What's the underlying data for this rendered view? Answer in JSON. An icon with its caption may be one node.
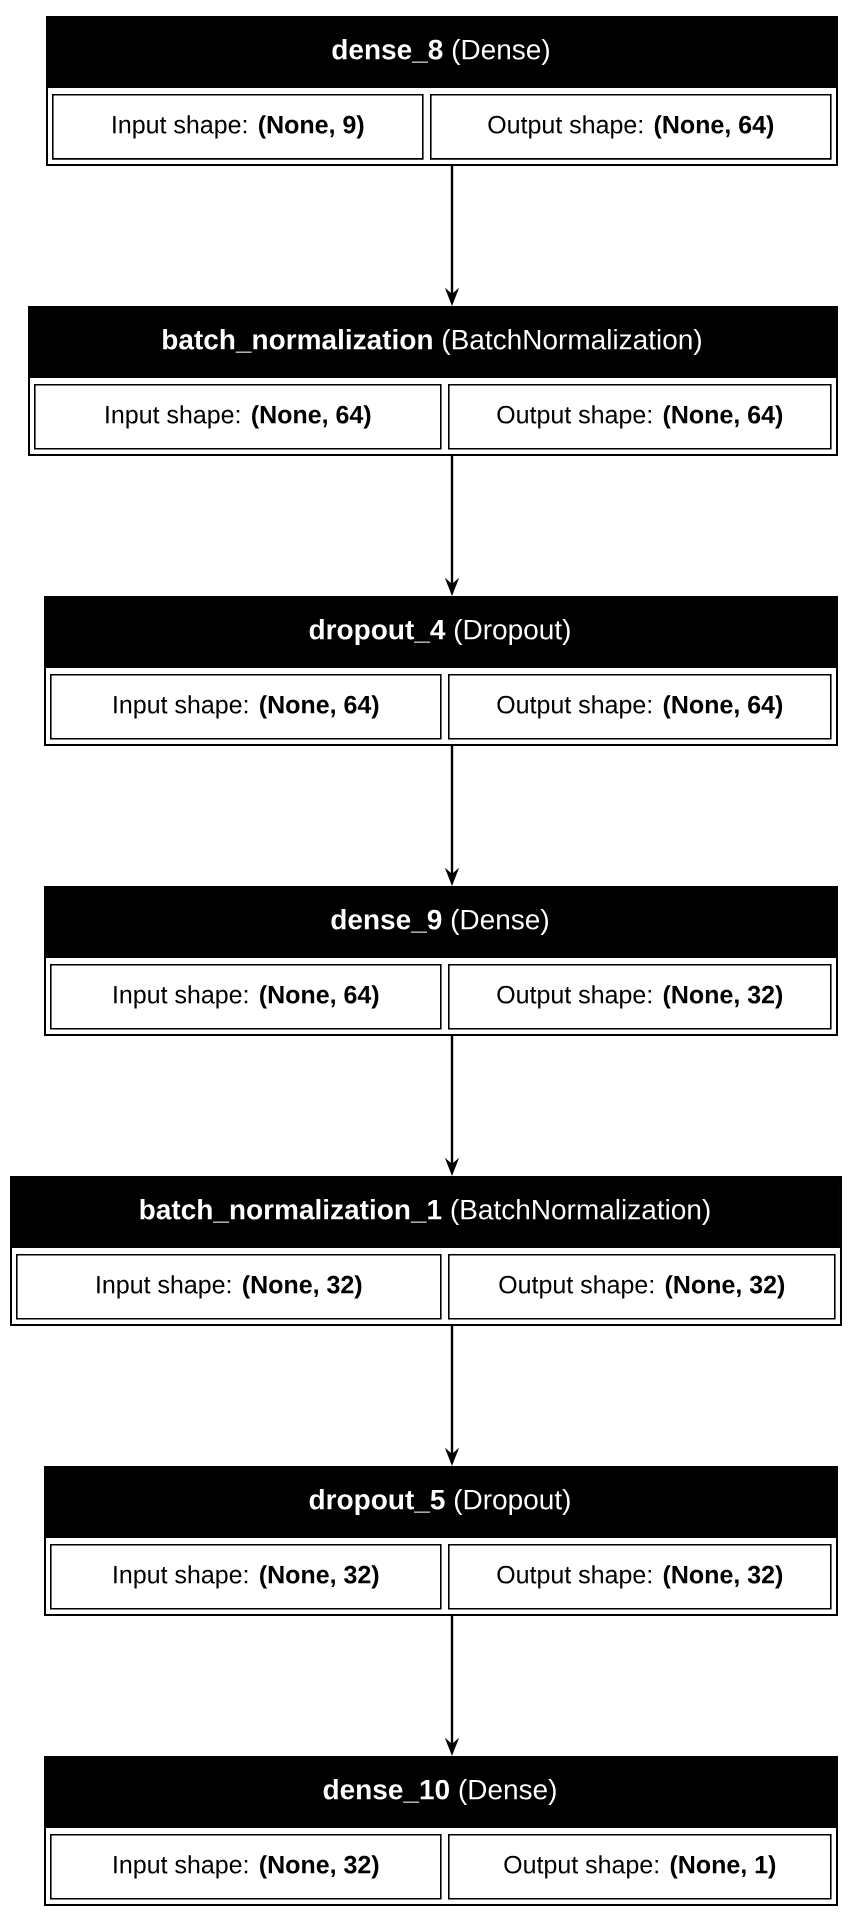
{
  "diagram": {
    "nodes": [
      {
        "text": [
          "**dense_8** (Dense)"
        ]
      },
      {
        "text": [
          "Input shape: **(None, 9)**"
        ],
        "in": 0
      },
      {
        "text": [
          "Output shape: **(None, 64)**"
        ],
        "in": 0
      },
      {
        "text": [
          "**batch_normalization** (BatchNormalization)"
        ]
      },
      {
        "text": [
          "Input shape: **(None, 64)**"
        ],
        "in": 3
      },
      {
        "text": [
          "Output shape: **(None, 64)**"
        ],
        "in": 3
      },
      {
        "text": [
          "**dropout_4** (Dropout)"
        ]
      },
      {
        "text": [
          "Input shape: **(None, 64)**"
        ],
        "in": 6
      },
      {
        "text": [
          "Output shape: **(None, 64)**"
        ],
        "in": 6
      },
      {
        "text": [
          "**dense_9** (Dense)"
        ]
      },
      {
        "text": [
          "Input shape: **(None, 64)**"
        ],
        "in": 9
      },
      {
        "text": [
          "Output shape: **(None, 32)**"
        ],
        "in": 9
      },
      {
        "text": [
          "**batch_normalization_1** (BatchNormalization)"
        ]
      },
      {
        "text": [
          "Input shape: **(None, 32)**"
        ],
        "in": 12
      },
      {
        "text": [
          "Output shape: **(None, 32)**"
        ],
        "in": 12
      },
      {
        "text": [
          "**dropout_5** (Dropout)"
        ]
      },
      {
        "text": [
          "Input shape: **(None, 32)**"
        ],
        "in": 15
      },
      {
        "text": [
          "Output shape: **(None, 32)**"
        ],
        "in": 15
      },
      {
        "text": [
          "**dense_10** (Dense)"
        ]
      },
      {
        "text": [
          "Input shape: **(None, 32)**"
        ],
        "in": 18
      },
      {
        "text": [
          "Output shape: **(None, 1)**"
        ],
        "in": 18
      }
    ],
    "edges": [
      {
        "from": 0,
        "to": 3,
        "arrow": "to"
      },
      {
        "from": 3,
        "to": 6,
        "arrow": "to"
      },
      {
        "from": 6,
        "to": 9,
        "arrow": "to"
      },
      {
        "from": 9,
        "to": 12,
        "arrow": "to"
      },
      {
        "from": 12,
        "to": 15,
        "arrow": "to"
      },
      {
        "from": 15,
        "to": 18,
        "arrow": "to"
      }
    ]
  }
}
